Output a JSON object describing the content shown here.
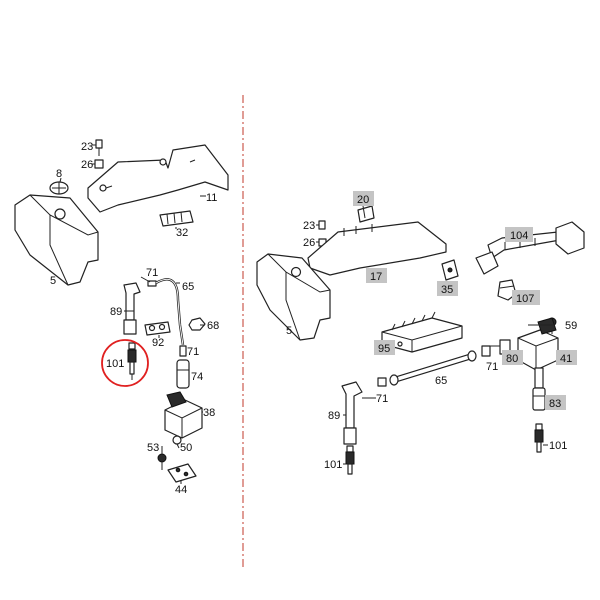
{
  "colors": {
    "divider": "#c0392b",
    "highlight_circle": "#e02020",
    "tag_fill": "#c4c4c4",
    "line": "#222222"
  },
  "labels": {
    "left": {
      "p23": "23",
      "p26": "26",
      "p8": "8",
      "p11": "11",
      "p32": "32",
      "p5": "5",
      "p71a": "71",
      "p65": "65",
      "p89": "89",
      "p92": "92",
      "p68": "68",
      "p71b": "71",
      "p101": "101",
      "p74": "74",
      "p38": "38",
      "p53": "53",
      "p50": "50",
      "p44": "44"
    },
    "right": {
      "p20": "20",
      "p23": "23",
      "p26": "26",
      "p104": "104",
      "p17": "17",
      "p35": "35",
      "p107": "107",
      "p5": "5",
      "p59": "59",
      "p95": "95",
      "p80": "80",
      "p41": "41",
      "p71a": "71",
      "p65": "65",
      "p71b": "71",
      "p83": "83",
      "p89": "89",
      "p101a": "101",
      "p101b": "101"
    }
  }
}
